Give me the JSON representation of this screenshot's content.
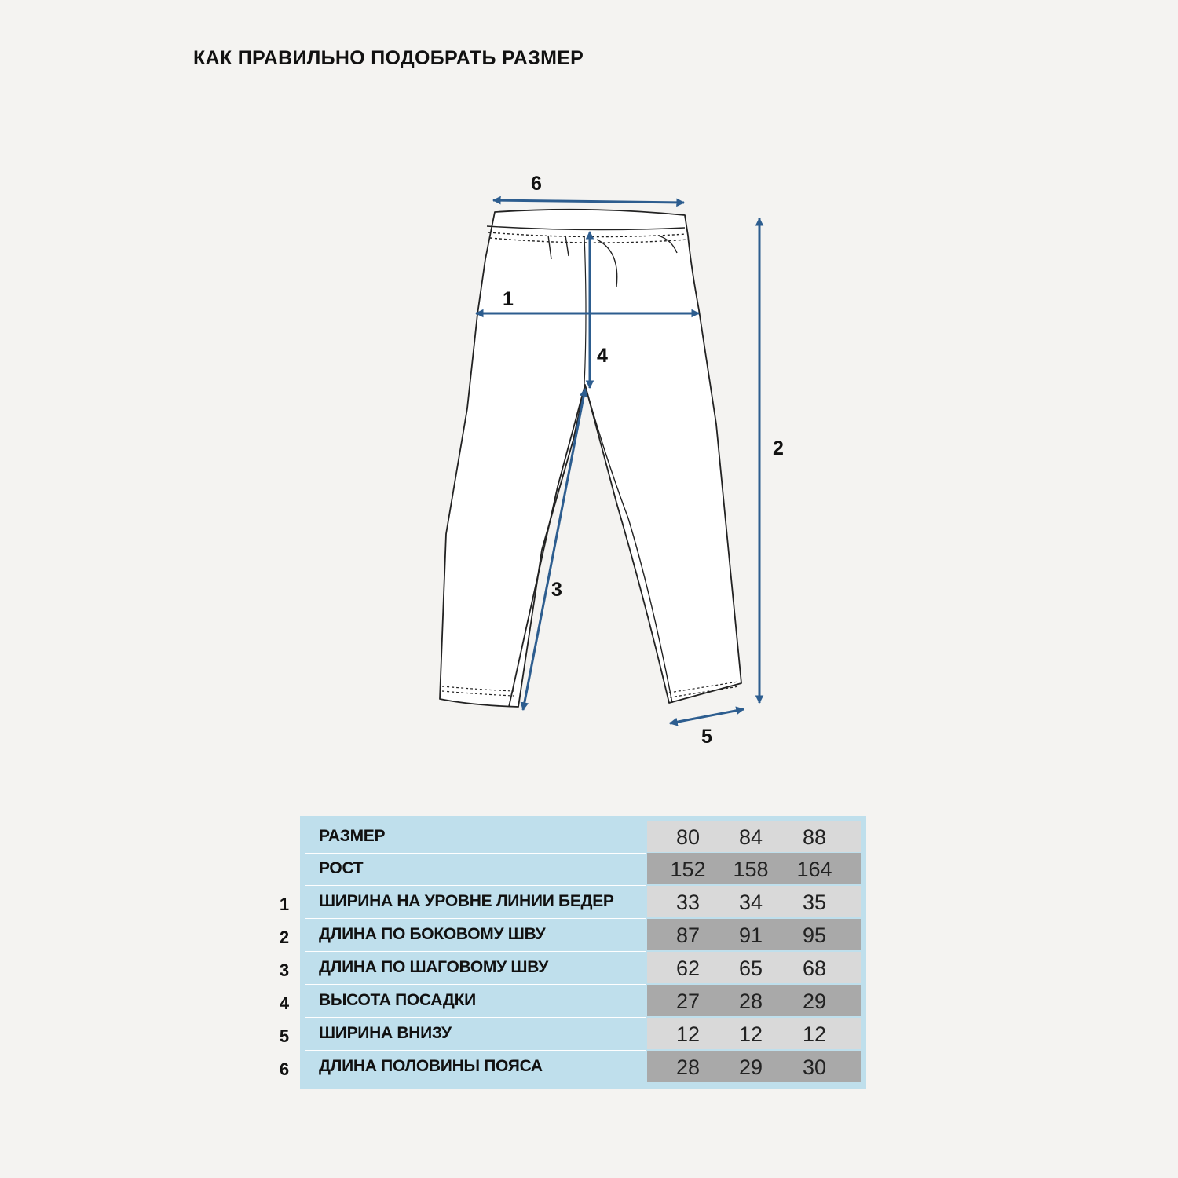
{
  "title": "КАК ПРАВИЛЬНО ПОДОБРАТЬ РАЗМЕР",
  "diagram": {
    "measurement_labels": [
      "1",
      "2",
      "3",
      "4",
      "5",
      "6"
    ],
    "arrow_color": "#2d5d8f"
  },
  "table": {
    "rows": [
      {
        "num": "",
        "label": "РАЗМЕР",
        "values": [
          "80",
          "84",
          "88"
        ]
      },
      {
        "num": "",
        "label": "РОСТ",
        "values": [
          "152",
          "158",
          "164"
        ]
      },
      {
        "num": "1",
        "label": "ШИРИНА НА УРОВНЕ ЛИНИИ БЕДЕР",
        "values": [
          "33",
          "34",
          "35"
        ]
      },
      {
        "num": "2",
        "label": "ДЛИНА ПО БОКОВОМУ ШВУ",
        "values": [
          "87",
          "91",
          "95"
        ]
      },
      {
        "num": "3",
        "label": "ДЛИНА ПО ШАГОВОМУ ШВУ",
        "values": [
          "62",
          "65",
          "68"
        ]
      },
      {
        "num": "4",
        "label": "ВЫСОТА ПОСАДКИ",
        "values": [
          "27",
          "28",
          "29"
        ]
      },
      {
        "num": "5",
        "label": "ШИРИНА ВНИЗУ",
        "values": [
          "12",
          "12",
          "12"
        ]
      },
      {
        "num": "6",
        "label": "ДЛИНА ПОЛОВИНЫ ПОЯСА",
        "values": [
          "28",
          "29",
          "30"
        ]
      }
    ]
  }
}
